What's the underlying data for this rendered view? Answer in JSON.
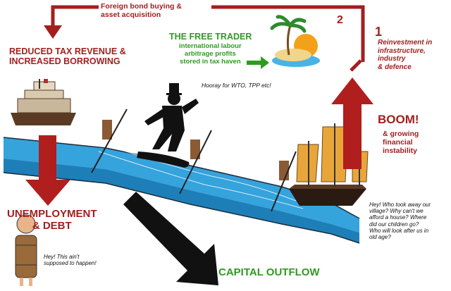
{
  "labels": {
    "foreign_bond": [
      "Foreign bond buying &",
      "asset acquisition"
    ],
    "step2": "2",
    "step1": "1",
    "reinvestment": [
      "Reinvestment in",
      "infrastructure,",
      "industry",
      "& defence"
    ],
    "reduced_tax": [
      "REDUCED TAX REVENUE &",
      "INCREASED BORROWING"
    ],
    "free_trader": "THE FREE TRADER",
    "arbitrage": [
      "international labour",
      "arbitrage profits",
      "stored in tax haven"
    ],
    "hooray": "Hooray for WTO, TPP etc!",
    "boom": "BOOM!",
    "instability": [
      "& growing",
      "financial",
      "instability"
    ],
    "unemployment": [
      "UNEMPLOYMENT",
      "& DEBT"
    ],
    "village_quote": [
      "Hey! Who took away our",
      "village? Why can't we",
      "afford a house? Where",
      "did our children go?",
      "Who will look after us in",
      "old age?"
    ],
    "barrel_quote": [
      "Hey! This ain't",
      "supposed to happen!"
    ],
    "capital_outflow": "CAPITAL OUTFLOW"
  },
  "colors": {
    "dark_red": "#a41e1e",
    "green": "#2f9a22",
    "water": "#35a3dc",
    "black": "#111111"
  }
}
